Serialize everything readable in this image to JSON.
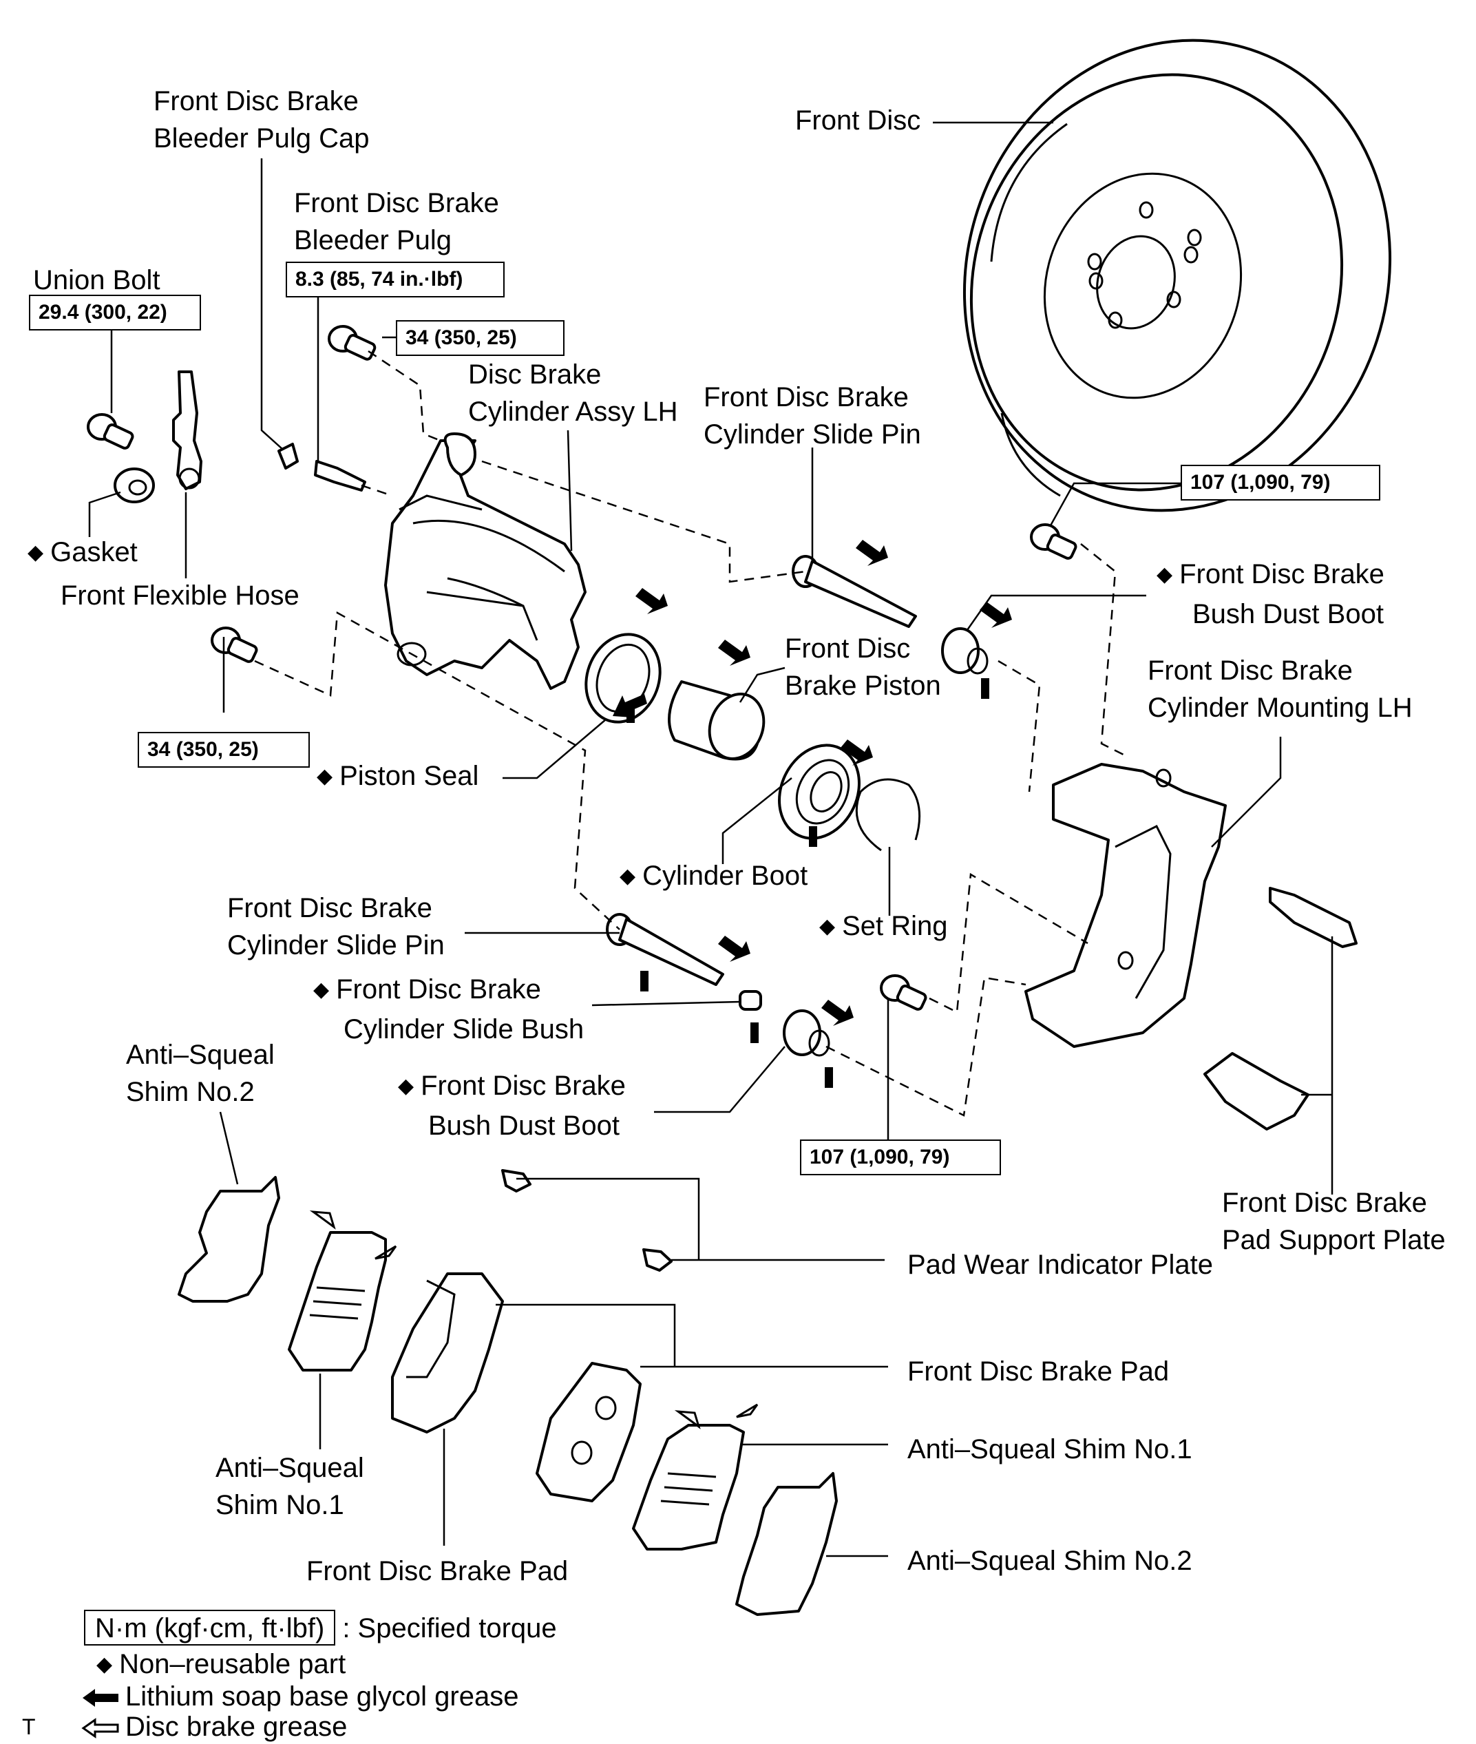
{
  "labels": {
    "bleeder_plug_cap": [
      "Front Disc Brake",
      "Bleeder Pulg Cap"
    ],
    "bleeder_plug": [
      "Front Disc Brake",
      "Bleeder Pulg"
    ],
    "union_bolt": "Union Bolt",
    "disc_brake_cylinder_assy": [
      "Disc Brake",
      "Cylinder Assy LH"
    ],
    "slide_pin_upper": [
      "Front Disc Brake",
      "Cylinder Slide Pin"
    ],
    "front_disc": "Front Disc",
    "gasket": "Gasket",
    "front_flexible_hose": "Front Flexible Hose",
    "bush_dust_boot_upper": [
      "Front Disc Brake",
      "Bush Dust Boot"
    ],
    "brake_piston": [
      "Front Disc",
      "Brake Piston"
    ],
    "cylinder_mounting": [
      "Front Disc Brake",
      "Cylinder Mounting LH"
    ],
    "piston_seal": "Piston Seal",
    "cylinder_boot": "Cylinder Boot",
    "set_ring": "Set Ring",
    "slide_pin_lower": [
      "Front Disc Brake",
      "Cylinder Slide Pin"
    ],
    "slide_bush": [
      "Front Disc Brake",
      "Cylinder Slide Bush"
    ],
    "anti_squeal_shim2_left": [
      "Anti–Squeal",
      "Shim No.2"
    ],
    "bush_dust_boot_lower": [
      "Front Disc Brake",
      "Bush Dust Boot"
    ],
    "pad_support_plate": [
      "Front Disc Brake",
      "Pad Support Plate"
    ],
    "pad_wear_indicator": "Pad Wear Indicator Plate",
    "brake_pad_right": "Front Disc Brake Pad",
    "anti_squeal_shim1_right": "Anti–Squeal Shim No.1",
    "anti_squeal_shim1_left": [
      "Anti–Squeal",
      "Shim No.1"
    ],
    "anti_squeal_shim2_right": "Anti–Squeal Shim No.2",
    "brake_pad_left": "Front Disc Brake Pad"
  },
  "torques": {
    "bleeder_plug": "8.3 (85, 74 in.·lbf)",
    "union_bolt": "29.4 (300, 22)",
    "upper_bolt": "34 (350, 25)",
    "lower_left_bolt": "34 (350, 25)",
    "mounting_upper": "107 (1,090, 79)",
    "mounting_lower": "107 (1,090, 79)"
  },
  "legend": {
    "torque_box": "N·m (kgf·cm, ft·lbf)",
    "torque_text": ": Specified torque",
    "non_reusable": "Non–reusable part",
    "lithium_grease": "Lithium soap base glycol grease",
    "disc_grease": "Disc brake grease"
  },
  "corner_mark": "T"
}
